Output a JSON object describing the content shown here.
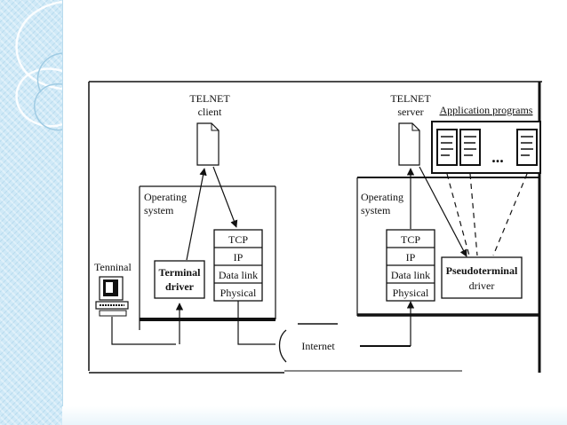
{
  "colors": {
    "sidebar": "#cfe9f7",
    "line": "#111111"
  },
  "diagram": {
    "client_label_1": "TELNET",
    "client_label_2": "client",
    "server_label_1": "TELNET",
    "server_label_2": "server",
    "app_programs": "Application programs",
    "os_left_1": "Operating",
    "os_left_2": "system",
    "os_right_1": "Operating",
    "os_right_2": "system",
    "terminal": "Tenninal",
    "terminal_driver_1": "Terminal",
    "terminal_driver_2": "driver",
    "stack_left": [
      "TCP",
      "IP",
      "Data link",
      "Physical"
    ],
    "stack_right": [
      "TCP",
      "IP",
      "Data link",
      "Physical"
    ],
    "pseudo_driver_1": "Pseudoterminal",
    "pseudo_driver_2": "driver",
    "internet": "Internet",
    "dots": "..."
  }
}
